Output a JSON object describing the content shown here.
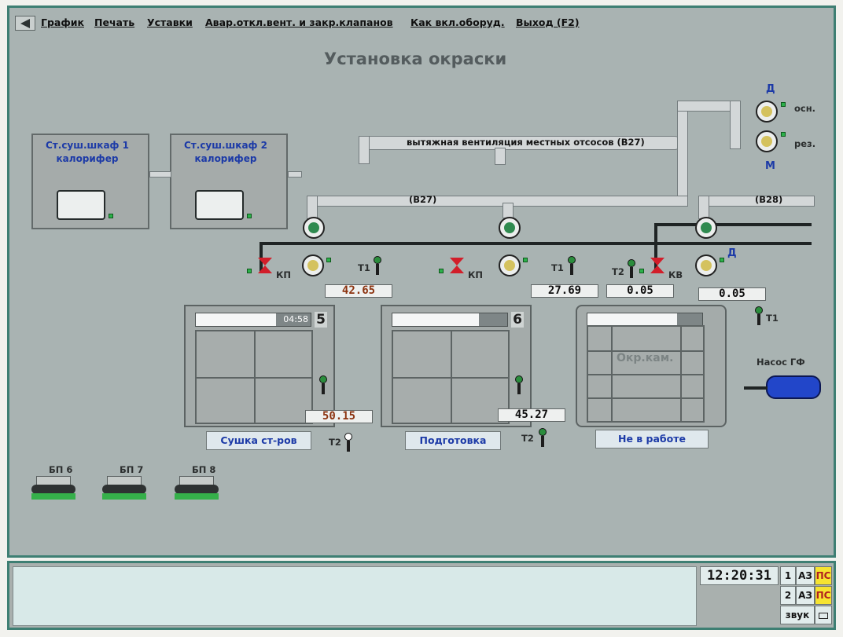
{
  "menu": {
    "items": [
      "График",
      "Печать",
      "Уставки",
      "Авар.откл.вент. и закр.клапанов",
      "Как вкл.оборуд.",
      "Выход (F2)"
    ]
  },
  "title": "Установка окраски",
  "ventilation": {
    "exhaust_label": "вытяжная вентиляция местных отсосов (В27)",
    "b27_label": "(В27)",
    "b28_label": "(В28)",
    "fan_top_label": "Д",
    "fan_bottom_label": "М",
    "main_label": "осн.",
    "reserve_label": "рез."
  },
  "dryers": [
    {
      "line1": "Ст.суш.шкаф 1",
      "line2": "калорифер"
    },
    {
      "line1": "Ст.суш.шкаф 2",
      "line2": "калорифер"
    }
  ],
  "chambers": [
    {
      "number": "5",
      "timer": "04:58",
      "valve_label": "КП",
      "t1_label": "Т1",
      "t1_value": "42.65",
      "t2_label": "Т2",
      "t2_value": "50.15",
      "mode": "Сушка ст-ров"
    },
    {
      "number": "6",
      "valve_label": "КП",
      "t1_label": "Т1",
      "t1_value": "27.69",
      "t2_label": "Т2",
      "t2_value": "45.27",
      "mode": "Подготовка"
    },
    {
      "name": "Окр.кам.",
      "valve_label": "КВ",
      "t2_label": "Т2",
      "t2_value": "0.05",
      "t1_label": "Т1",
      "t1_value": "0.05",
      "d_label": "Д",
      "mode": "Не в работе"
    }
  ],
  "pump": {
    "label": "Насос ГФ"
  },
  "power_blocks": [
    "БП 6",
    "БП 7",
    "БП 8"
  ],
  "status": {
    "clock": "12:20:31",
    "row1": [
      "1",
      "АЗ",
      "ПС"
    ],
    "row2": [
      "2",
      "АЗ",
      "ПС"
    ],
    "sound": "звук",
    "print_icon": "printer-icon"
  },
  "colors": {
    "background": "#a9b3b2",
    "frame": "#3e7f73",
    "label_blue": "#1c3aa7",
    "status_ok": "#2cb04a",
    "valve": "#d21e2a",
    "alarm_cell": "#f6e331"
  }
}
